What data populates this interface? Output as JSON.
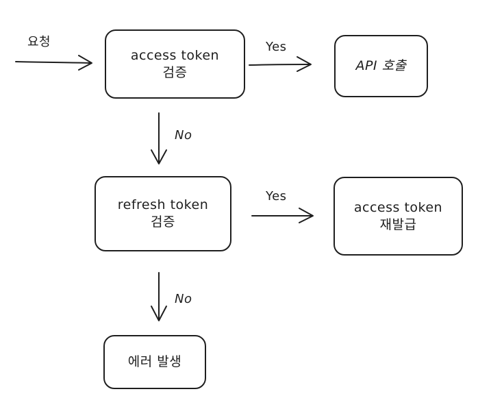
{
  "incoming_label": "요청",
  "nodes": {
    "access_verify": {
      "line1": "access token",
      "line2": "검증"
    },
    "api_call": {
      "line1": "API 호출"
    },
    "refresh_verify": {
      "line1": "refresh token",
      "line2": "검증"
    },
    "access_reissue": {
      "line1": "access token",
      "line2": "재발급"
    },
    "error": {
      "line1": "에러 발생"
    }
  },
  "edges": {
    "access_yes": "Yes",
    "access_no": "No",
    "refresh_yes": "Yes",
    "refresh_no": "No"
  },
  "colors": {
    "stroke": "#1e1e1e",
    "background": "#ffffff"
  }
}
